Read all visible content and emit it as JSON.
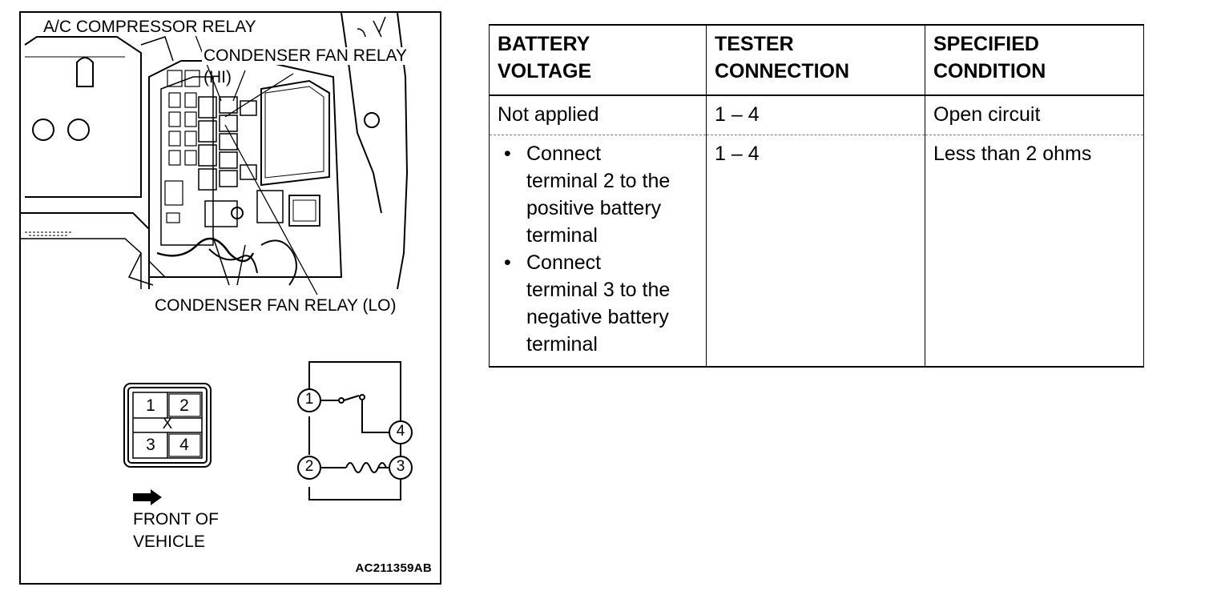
{
  "figure": {
    "labels": {
      "ac_compressor_relay": "A/C COMPRESSOR RELAY",
      "condenser_fan_relay_hi_line1": "CONDENSER FAN RELAY",
      "condenser_fan_relay_hi_line2": "(HI)",
      "condenser_fan_relay_lo": "CONDENSER FAN RELAY (LO)",
      "front_of_vehicle_line1": "FRONT OF",
      "front_of_vehicle_line2": "VEHICLE"
    },
    "figure_code": "AC211359AB",
    "connector_terminals": [
      "1",
      "2",
      "3",
      "4"
    ],
    "connector_center_mark": "X",
    "schematic_terminals": [
      "1",
      "4",
      "2",
      "3"
    ],
    "icons": [
      "front-arrow-icon",
      "relay-schematic-icon",
      "coil-icon",
      "switch-icon"
    ]
  },
  "table": {
    "headers": {
      "battery_voltage_line1": "BATTERY",
      "battery_voltage_line2": "VOLTAGE",
      "tester_connection_line1": "TESTER",
      "tester_connection_line2": "CONNECTION",
      "specified_condition_line1": "SPECIFIED",
      "specified_condition_line2": "CONDITION"
    },
    "rows": [
      {
        "battery_voltage": "Not applied",
        "tester_connection": "1 – 4",
        "specified_condition": "Open circuit"
      },
      {
        "battery_voltage_bullets": [
          [
            "Connect",
            "terminal 2 to the",
            "positive battery",
            "terminal"
          ],
          [
            "Connect",
            "terminal 3 to the",
            "negative battery",
            "terminal"
          ]
        ],
        "tester_connection": "1 – 4",
        "specified_condition": "Less than 2 ohms"
      }
    ]
  }
}
